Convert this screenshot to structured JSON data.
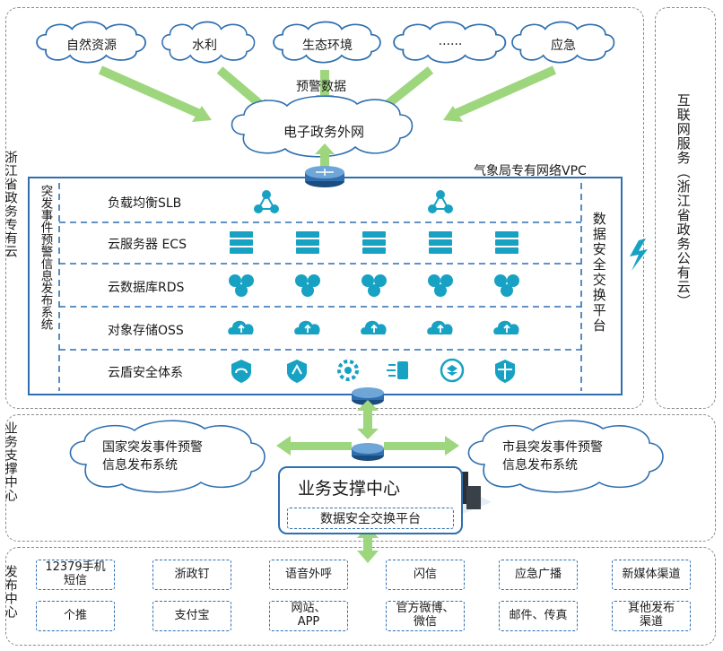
{
  "clouds_top": [
    "自然资源",
    "水利",
    "生态环境",
    "......",
    "应急"
  ],
  "warning_data_label": "预警数据",
  "egov_network_label": "电子政务外网",
  "vpc_label": "气象局专有网络VPC",
  "zj_cloud_label": "浙江省政务专有云",
  "system_label": "突发事件预警信息发布系统",
  "exchange_platform_vertical": "数据安全交换平台",
  "internet_service_label": "互联网服务（浙江省政务公有云）",
  "rows": [
    {
      "label": "负载均衡SLB",
      "icon": "load-balancer-icon",
      "count": 2
    },
    {
      "label": "云服务器 ECS",
      "icon": "server-icon",
      "count": 5
    },
    {
      "label": "云数据库RDS",
      "icon": "database-icon",
      "count": 5
    },
    {
      "label": "对象存储OSS",
      "icon": "object-storage-icon",
      "count": 5
    },
    {
      "label": "云盾安全体系",
      "icon": "security-icon",
      "count": 6
    }
  ],
  "business_support_side": "业务支撑中心",
  "national_system": [
    "国家突发事件预警",
    "信息发布系统"
  ],
  "city_system": [
    "市县突发事件预警",
    "信息发布系统"
  ],
  "hub_title": "业务支撑中心",
  "hub_subtitle": "数据安全交换平台",
  "publish_side": "发布中心",
  "channels": [
    [
      "12379手机\n短信",
      "浙政钉",
      "语音外呼",
      "闪信",
      "应急广播",
      "新媒体渠道"
    ],
    [
      "个推",
      "支付宝",
      "网站、\nAPP",
      "官方微博、\n微信",
      "邮件、传真",
      "其他发布\n渠道"
    ]
  ],
  "colors": {
    "accent_blue": "#2f6fb0",
    "teal": "#17a2c3",
    "arrow_green": "#9ed67e",
    "cloud_stroke": "#2f6fb0"
  }
}
